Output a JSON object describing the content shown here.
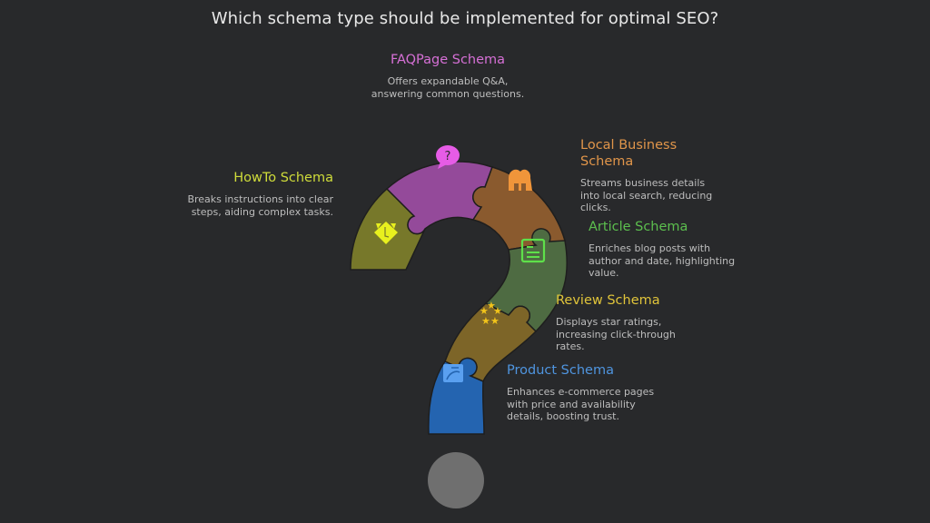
{
  "title": "Which schema type should be implemented for optimal SEO?",
  "colors": {
    "background": "#28292b",
    "howto": "#77782a",
    "faq": "#944a9a",
    "local": "#8a5a2e",
    "article": "#4e6b42",
    "review": "#7d6528",
    "product": "#2464b0",
    "dot": "#6f6f6f"
  },
  "items": [
    {
      "key": "faq",
      "title": "FAQPage Schema",
      "description": "Offers expandable Q&A, answering common questions.",
      "title_color": "#d670d6",
      "icon": "question-bubble-icon"
    },
    {
      "key": "howto",
      "title": "HowTo Schema",
      "description": "Breaks instructions into clear steps, aiding complex tasks.",
      "title_color": "#cfdc3a",
      "icon": "hand-pointer-icon"
    },
    {
      "key": "local",
      "title": "Local Business Schema",
      "description": "Streams business details into local search, reducing clicks.",
      "title_color": "#e0954a",
      "icon": "storefront-icon"
    },
    {
      "key": "article",
      "title": "Article Schema",
      "description": "Enriches blog posts with author and date, highlighting value.",
      "title_color": "#5cbf4e",
      "icon": "article-icon"
    },
    {
      "key": "review",
      "title": "Review Schema",
      "description": "Displays star ratings, increasing click-through rates.",
      "title_color": "#e0c43a",
      "icon": "stars-icon"
    },
    {
      "key": "product",
      "title": "Product Schema",
      "description": "Enhances e-commerce pages with price and availability details, boosting trust.",
      "title_color": "#4f95e0",
      "icon": "price-tag-icon"
    }
  ]
}
